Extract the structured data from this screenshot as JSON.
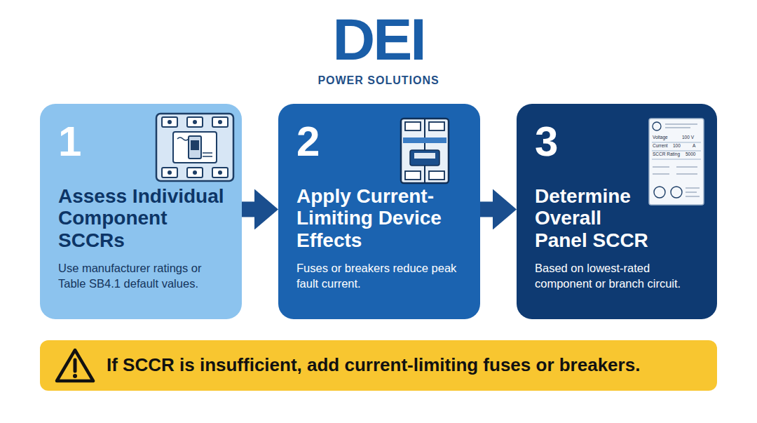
{
  "diagram": {
    "title": "DEI",
    "nodes": [
      {
        "text": [
          "1",
          "Assess Individual Component SCCRs",
          "Use manufacturer ratings or Table SB4.1 default values."
        ]
      },
      {
        "text": [
          "2",
          "Apply Current-Limiting Device Effects",
          "Fuses or breakers reduce peak fault current."
        ]
      },
      {
        "text": [
          "3",
          "Determine Overall Panel SCCR",
          "Based on lowest-rated component or branch circuit."
        ]
      },
      {
        "text": [
          "If SCCR is insufficient, add current-limiting fuses or breakers."
        ]
      }
    ],
    "edges": [
      {
        "from": 0,
        "to": 1,
        "arrow": "to"
      },
      {
        "from": 1,
        "to": 2,
        "arrow": "to"
      }
    ],
    "labels": [
      "POWER SOLUTIONS",
      "Voltage",
      "100 V",
      "Current",
      "100",
      "A",
      "SCCR Rating",
      "5000"
    ]
  }
}
